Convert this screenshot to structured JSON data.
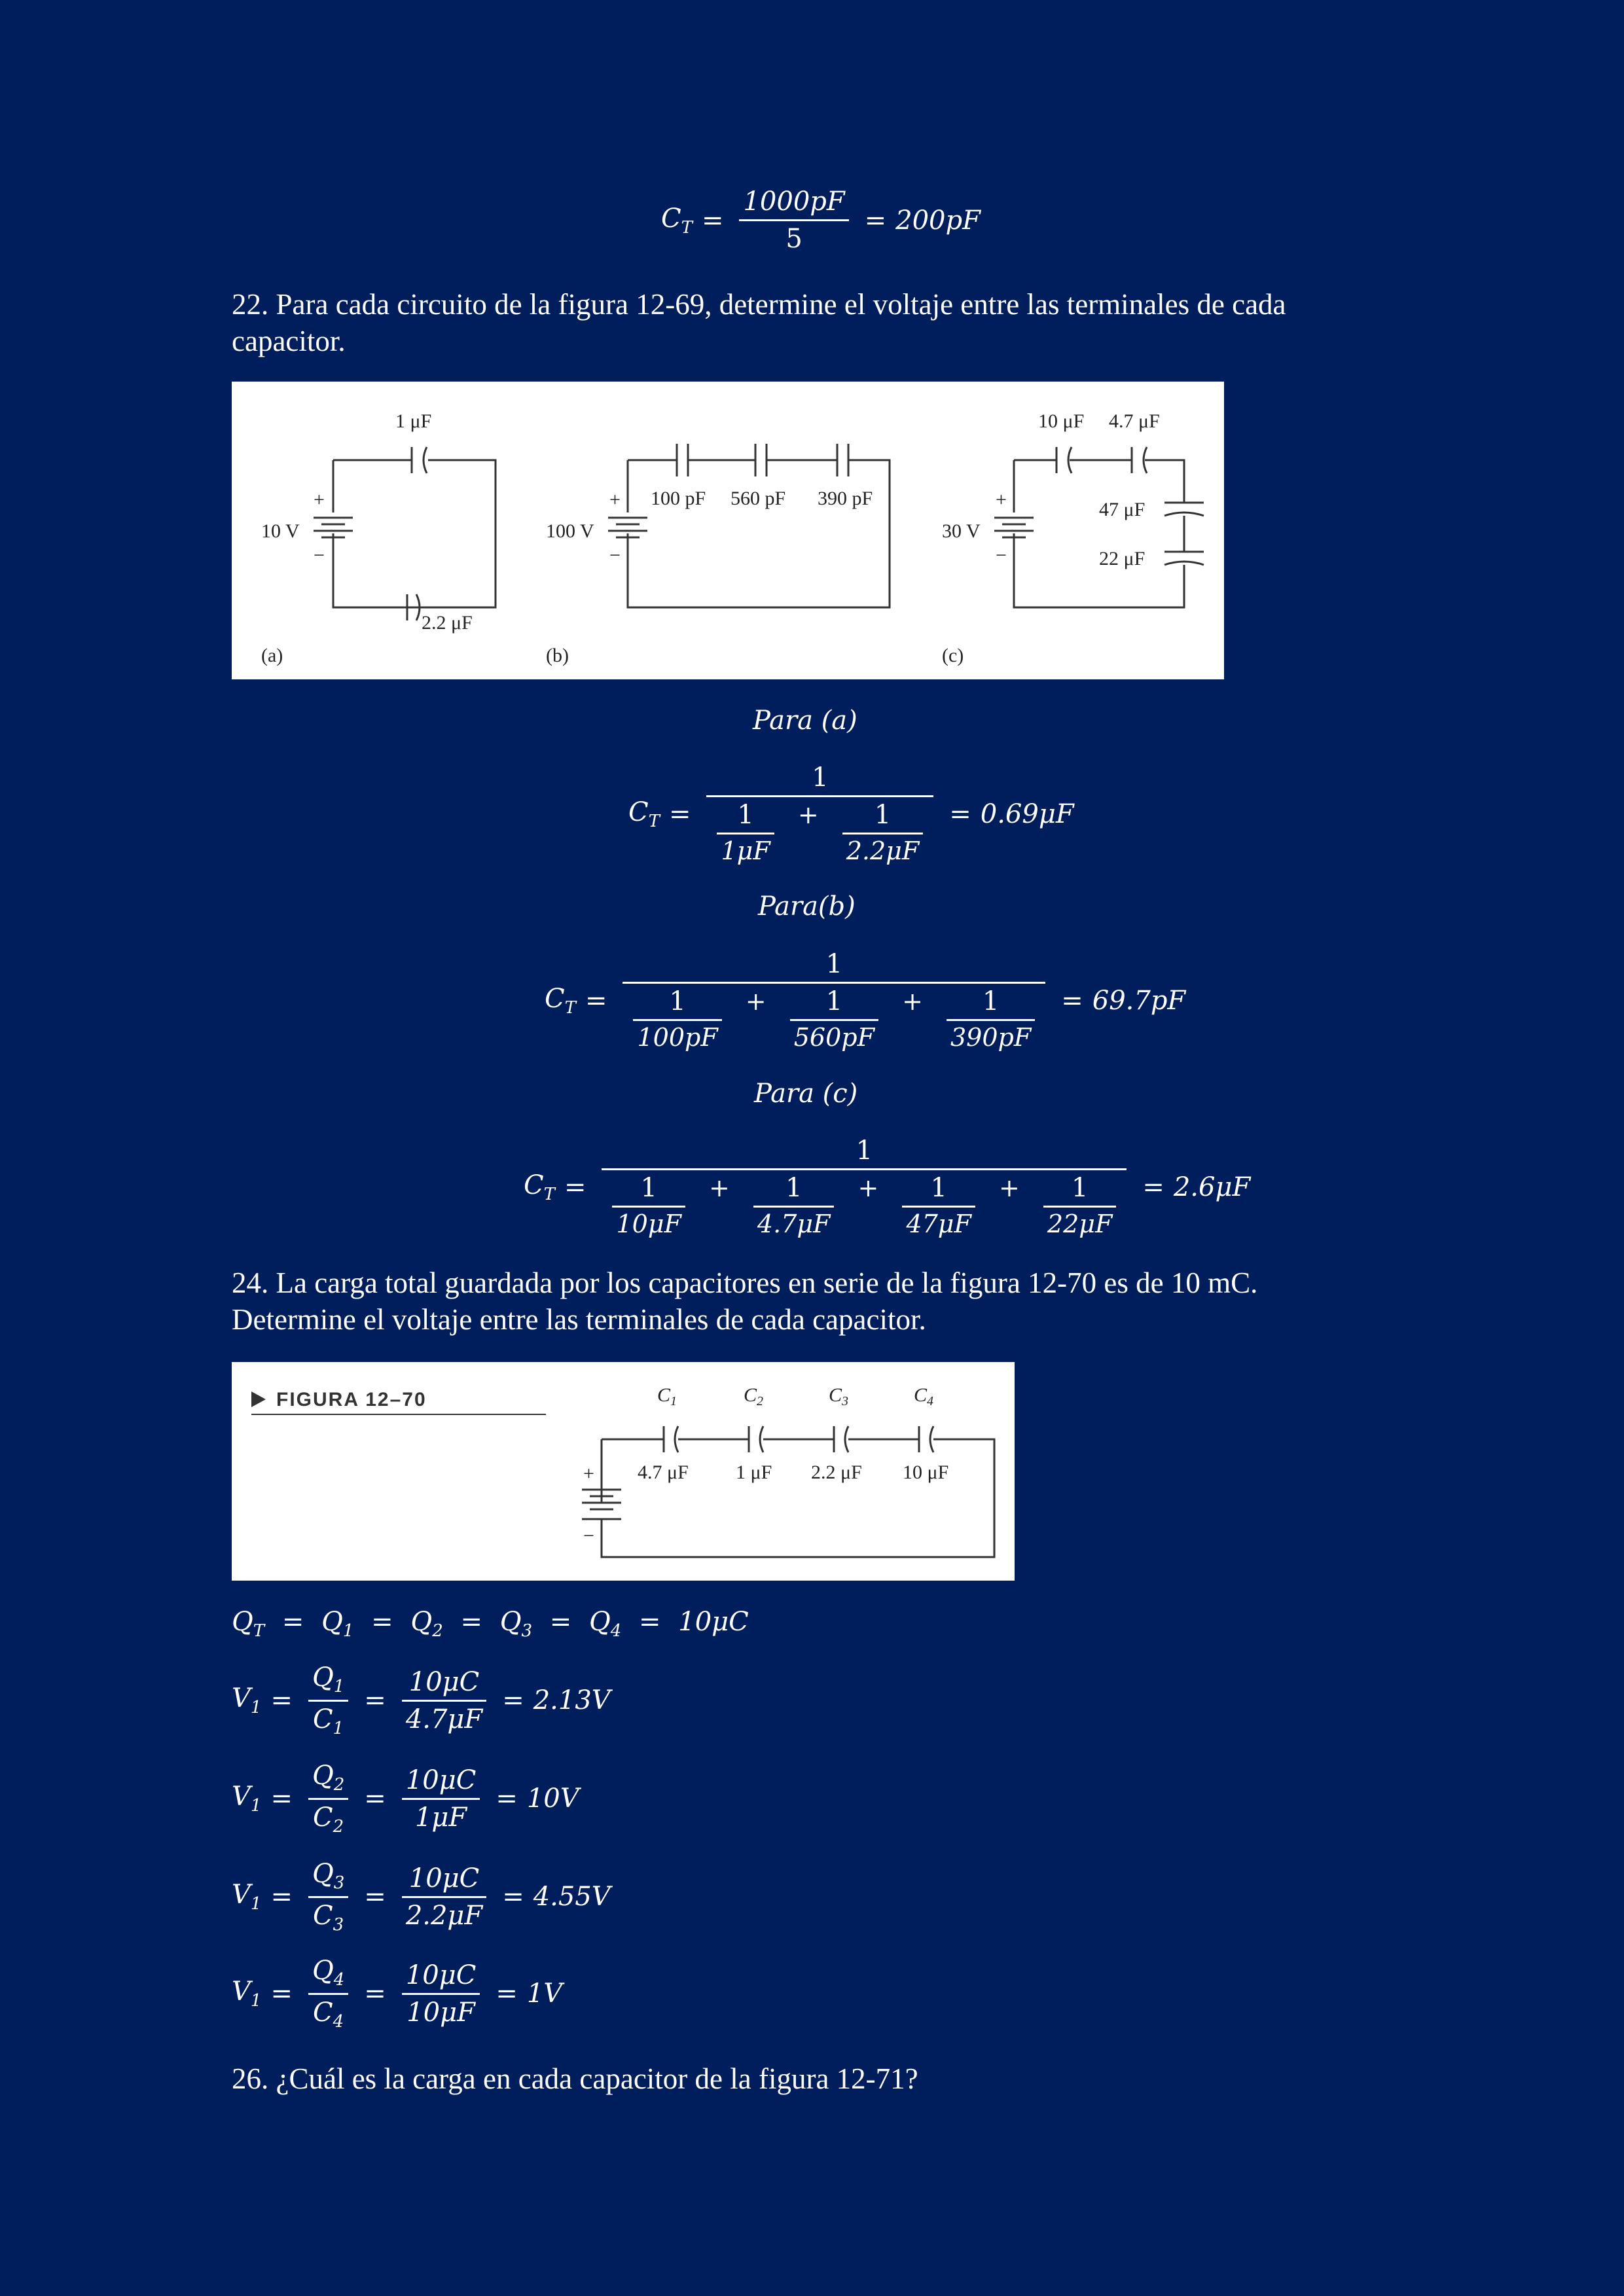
{
  "eq_top": {
    "lhs": "C",
    "lhs_sub": "T",
    "num": "1000pF",
    "den": "5",
    "result": "200pF"
  },
  "q22": {
    "text": "22. Para cada circuito de la figura 12-69, determine el voltaje entre las terminales de cada capacitor.",
    "figure": {
      "a": {
        "label": "(a)",
        "voltage": "10 V",
        "c1": "1 μF",
        "c2": "2.2 μF"
      },
      "b": {
        "label": "(b)",
        "voltage": "100 V",
        "c1": "100 pF",
        "c2": "560 pF",
        "c3": "390 pF"
      },
      "c": {
        "label": "(c)",
        "voltage": "30 V",
        "c1": "10 μF",
        "c2": "4.7 μF",
        "c3": "47 μF",
        "c4": "22 μF"
      },
      "plus": "+",
      "minus": "−"
    }
  },
  "para_a": "Para (a)",
  "eq_a": {
    "lhs": "C",
    "lhs_sub": "T",
    "one": "1",
    "t1": "1μF",
    "t2": "2.2μF",
    "result": "0.69μF"
  },
  "para_b": "Para(b)",
  "eq_b": {
    "lhs": "C",
    "lhs_sub": "T",
    "one": "1",
    "t1": "100pF",
    "t2": "560pF",
    "t3": "390pF",
    "result": "69.7pF"
  },
  "para_c": "Para (c)",
  "eq_c": {
    "lhs": "C",
    "lhs_sub": "T",
    "one": "1",
    "t1": "10μF",
    "t2": "4.7μF",
    "t3": "47μF",
    "t4": "22μF",
    "result": "2.6μF"
  },
  "q24": {
    "text": "24. La carga total guardada por los capacitores en serie de la figura 12-70 es de 10 mC. Determine el voltaje entre las terminales de cada capacitor.",
    "figure": {
      "title": "FIGURA 12–70",
      "c1_name": "C",
      "c1_sub": "1",
      "c1_val": "4.7 μF",
      "c2_name": "C",
      "c2_sub": "2",
      "c2_val": "1 μF",
      "c3_name": "C",
      "c3_sub": "3",
      "c3_val": "2.2 μF",
      "c4_name": "C",
      "c4_sub": "4",
      "c4_val": "10 μF",
      "plus": "+",
      "minus": "−"
    }
  },
  "eq_q": {
    "text": "Q",
    "s_t": "T",
    "s1": "1",
    "s2": "2",
    "s3": "3",
    "s4": "4",
    "result": "10μC"
  },
  "eq_v": [
    {
      "lhs": "V",
      "lhs_sub": "1",
      "qn": "Q",
      "qs": "1",
      "cn": "C",
      "cs": "1",
      "num": "10μC",
      "den": "4.7μF",
      "result": "2.13V"
    },
    {
      "lhs": "V",
      "lhs_sub": "1",
      "qn": "Q",
      "qs": "2",
      "cn": "C",
      "cs": "2",
      "num": "10μC",
      "den": "1μF",
      "result": "10V"
    },
    {
      "lhs": "V",
      "lhs_sub": "1",
      "qn": "Q",
      "qs": "3",
      "cn": "C",
      "cs": "3",
      "num": "10μC",
      "den": "2.2μF",
      "result": "4.55V"
    },
    {
      "lhs": "V",
      "lhs_sub": "1",
      "qn": "Q",
      "qs": "4",
      "cn": "C",
      "cs": "4",
      "num": "10μC",
      "den": "10μF",
      "result": "1V"
    }
  ],
  "q26": {
    "text": "26. ¿Cuál es la carga en cada capacitor de la figura 12-71?"
  }
}
